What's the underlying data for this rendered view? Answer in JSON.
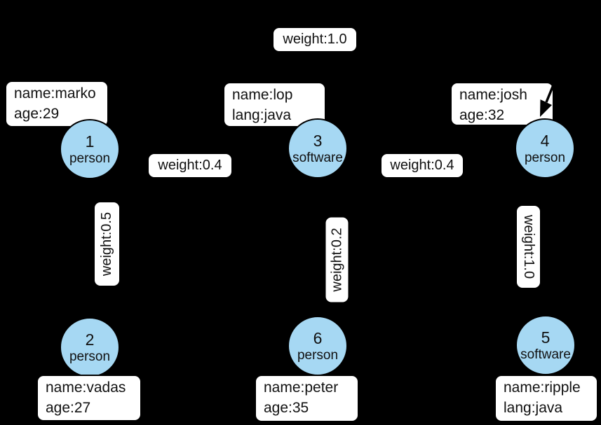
{
  "graph": {
    "nodes": {
      "n1": {
        "id": "1",
        "label": "person"
      },
      "n2": {
        "id": "2",
        "label": "person"
      },
      "n3": {
        "id": "3",
        "label": "software"
      },
      "n4": {
        "id": "4",
        "label": "person"
      },
      "n5": {
        "id": "5",
        "label": "software"
      },
      "n6": {
        "id": "6",
        "label": "person"
      }
    },
    "properties": {
      "marko": {
        "line1": "name:marko",
        "line2": "age:29"
      },
      "lop": {
        "line1": "name:lop",
        "line2": "lang:java"
      },
      "josh": {
        "line1": "name:josh",
        "line2": "age:32"
      },
      "vadas": {
        "line1": "name:vadas",
        "line2": "age:27"
      },
      "peter": {
        "line1": "name:peter",
        "line2": "age:35"
      },
      "ripple": {
        "line1": "name:ripple",
        "line2": "lang:java"
      }
    },
    "edge_weights": {
      "top_horizontal": "weight:1.0",
      "left_horizontal": "weight:0.4",
      "right_horizontal": "weight:0.4",
      "left_vertical": "weight:0.5",
      "middle_vertical": "weight:0.2",
      "right_vertical": "weight:1.0"
    },
    "colors": {
      "background": "#000000",
      "node_fill": "#a6d8f3",
      "node_border": "#000000",
      "box_fill": "#ffffff",
      "box_border": "#000000",
      "text": "#111111"
    }
  }
}
